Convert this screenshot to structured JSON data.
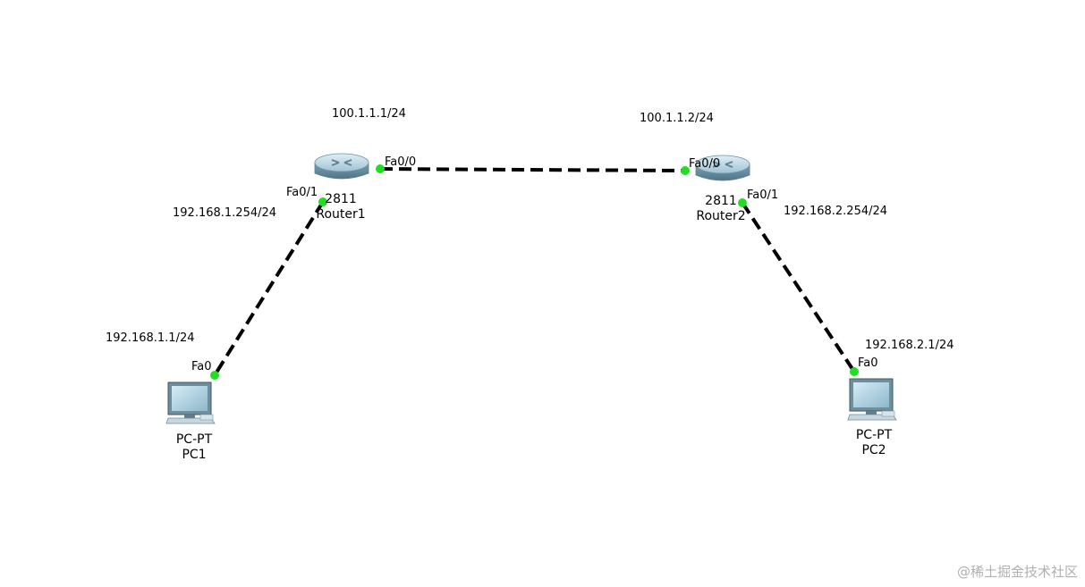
{
  "devices": {
    "router1": {
      "model": "2811",
      "name": "Router1"
    },
    "router2": {
      "model": "2811",
      "name": "Router2"
    },
    "pc1": {
      "model": "PC-PT",
      "name": "PC1"
    },
    "pc2": {
      "model": "PC-PT",
      "name": "PC2"
    }
  },
  "ports": {
    "router1_fa00": "Fa0/0",
    "router1_fa01": "Fa0/1",
    "router2_fa00": "Fa0/0",
    "router2_fa01": "Fa0/1",
    "pc1_fa0": "Fa0",
    "pc2_fa0": "Fa0"
  },
  "ip_labels": {
    "router1_wan": "100.1.1.1/24",
    "router2_wan": "100.1.1.2/24",
    "router1_lan": "192.168.1.254/24",
    "router2_lan": "192.168.2.254/24",
    "pc1": "192.168.1.1/24",
    "pc2": "192.168.2.1/24"
  },
  "watermark": "@稀土掘金技术社区",
  "colors": {
    "link": "#000000",
    "port_dot": "#22dd22",
    "router_body": "#9fc3d4",
    "pc_body": "#8aa9b8"
  }
}
